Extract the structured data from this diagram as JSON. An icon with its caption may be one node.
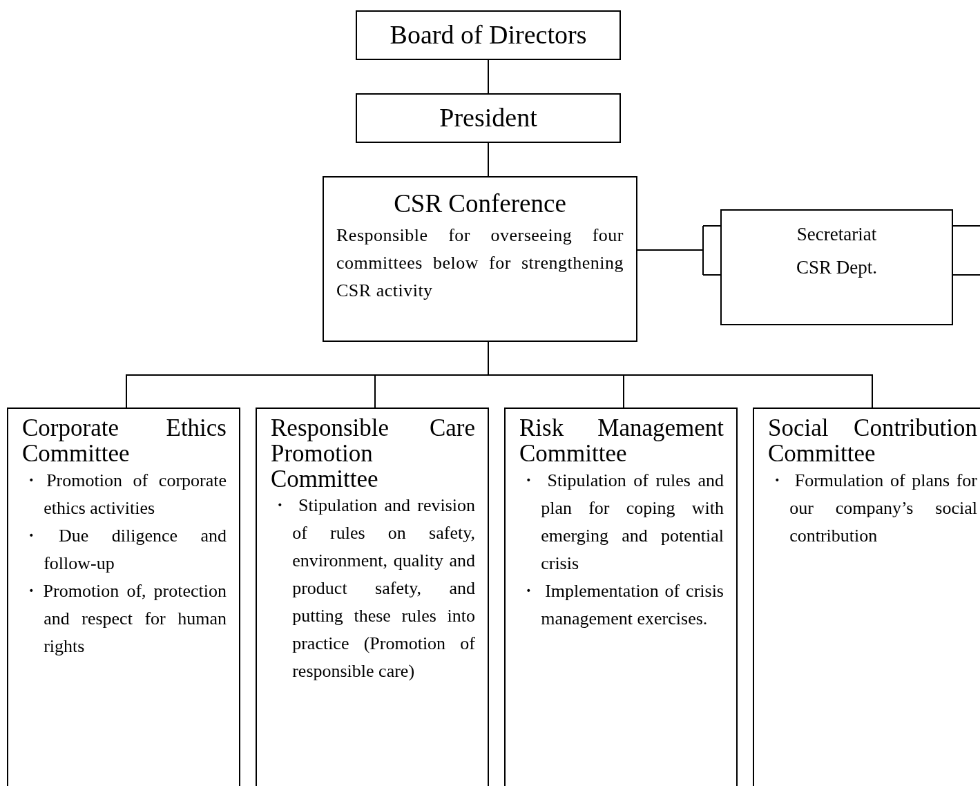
{
  "diagram": {
    "nodes": [
      {
        "text": [
          "Board of Directors"
        ]
      },
      {
        "text": [
          "President"
        ]
      },
      {
        "text": [
          "CSR Conference",
          "Responsible for overseeing four committees below for strengthening CSR activity"
        ]
      },
      {
        "text": [
          "Secretariat",
          "CSR Dept."
        ]
      },
      {
        "text": [
          "Corporate Ethics Committee",
          "・Promotion of corporate ethics activities",
          "・Due diligence and follow-up",
          "・Promotion of, protection and respect for human rights"
        ]
      },
      {
        "text": [
          "Responsible Care Promotion Committee",
          "・ Stipulation and revision of rules on safety, environment, quality and product safety, and putting these rules into practice (Promotion of responsible care)"
        ]
      },
      {
        "text": [
          "Risk Management Committee",
          "・ Stipulation of rules and plan for coping with emerging and potential crisis",
          "・ Implementation of crisis management exercises."
        ]
      },
      {
        "text": [
          "Social Contribution Committee",
          "・ Formulation of plans for our company’s social contribution"
        ]
      }
    ],
    "edges": [
      {
        "from": 0,
        "to": 1,
        "arrow": "none"
      },
      {
        "from": 1,
        "to": 2,
        "arrow": "none"
      },
      {
        "from": 2,
        "to": 3,
        "arrow": "none"
      },
      {
        "from": 2,
        "to": 4,
        "arrow": "none"
      },
      {
        "from": 2,
        "to": 5,
        "arrow": "none"
      },
      {
        "from": 2,
        "to": 6,
        "arrow": "none"
      },
      {
        "from": 2,
        "to": 7,
        "arrow": "none"
      },
      {
        "from": 3,
        "to": null,
        "arrow": "none"
      },
      {
        "from": 3,
        "to": null,
        "arrow": "none"
      }
    ]
  }
}
